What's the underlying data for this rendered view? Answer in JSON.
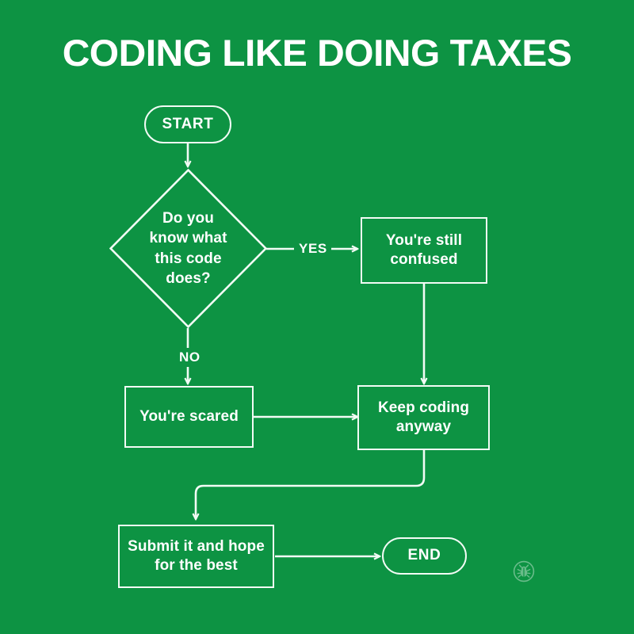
{
  "page": {
    "title": "CODING LIKE DOING TAXES",
    "background_color": "#0d9343",
    "stroke_color": "#f2fbf5",
    "text_color": "#ffffff"
  },
  "flowchart": {
    "nodes": [
      {
        "id": "start",
        "type": "terminator",
        "label": "START"
      },
      {
        "id": "decision",
        "type": "decision",
        "label": "Do you\nknow what\nthis code\ndoes?"
      },
      {
        "id": "confused",
        "type": "process",
        "label": "You're still\nconfused"
      },
      {
        "id": "scared",
        "type": "process",
        "label": "You're scared"
      },
      {
        "id": "keep",
        "type": "process",
        "label": "Keep coding\nanyway"
      },
      {
        "id": "submit",
        "type": "process",
        "label": "Submit it and hope\nfor the best"
      },
      {
        "id": "end",
        "type": "terminator",
        "label": "END"
      }
    ],
    "edges": [
      {
        "from": "start",
        "to": "decision",
        "label": ""
      },
      {
        "from": "decision",
        "to": "confused",
        "label": "YES"
      },
      {
        "from": "decision",
        "to": "scared",
        "label": "NO"
      },
      {
        "from": "confused",
        "to": "keep",
        "label": ""
      },
      {
        "from": "scared",
        "to": "keep",
        "label": ""
      },
      {
        "from": "keep",
        "to": "submit",
        "label": ""
      },
      {
        "from": "submit",
        "to": "end",
        "label": ""
      }
    ]
  },
  "watermark": {
    "icon": "bug-icon"
  }
}
